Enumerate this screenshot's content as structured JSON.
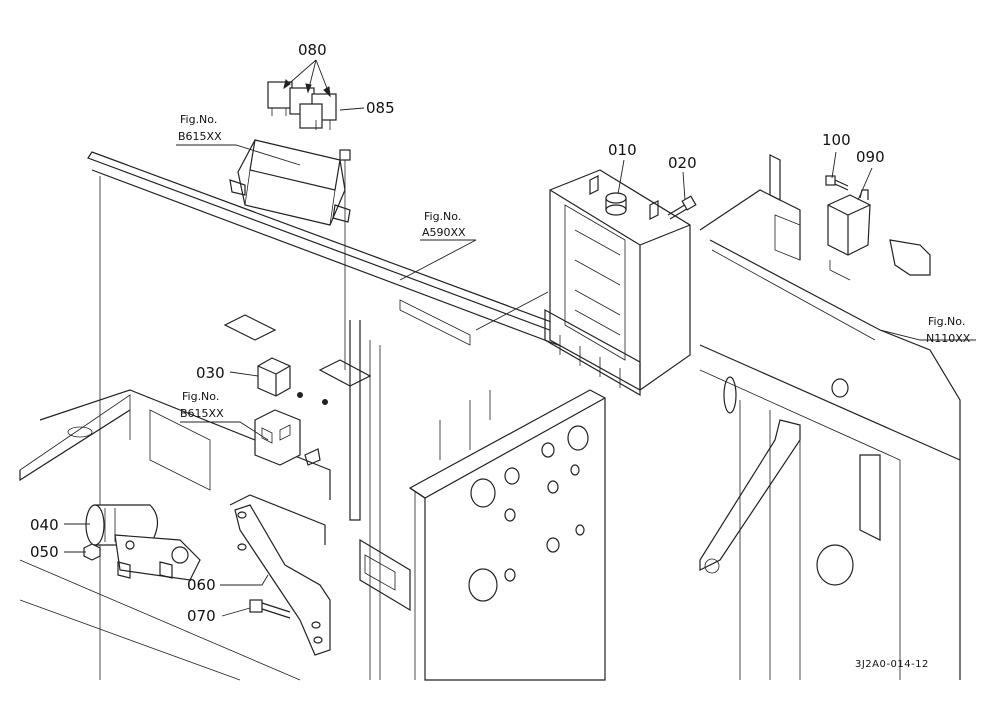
{
  "callouts": {
    "p010": "010",
    "p020": "020",
    "p030": "030",
    "p040": "040",
    "p050": "050",
    "p060": "060",
    "p070": "070",
    "p080": "080",
    "p085": "085",
    "p090": "090",
    "p100": "100"
  },
  "figure_refs": {
    "fig_b615_top": {
      "label": "Fig.No.",
      "code": "B615XX"
    },
    "fig_a590": {
      "label": "Fig.No.",
      "code": "A590XX"
    },
    "fig_b615_mid": {
      "label": "Fig.No.",
      "code": "B615XX"
    },
    "fig_n110": {
      "label": "Fig.No.",
      "code": "N110XX"
    }
  },
  "diagram_code": "3J2A0-014-12"
}
